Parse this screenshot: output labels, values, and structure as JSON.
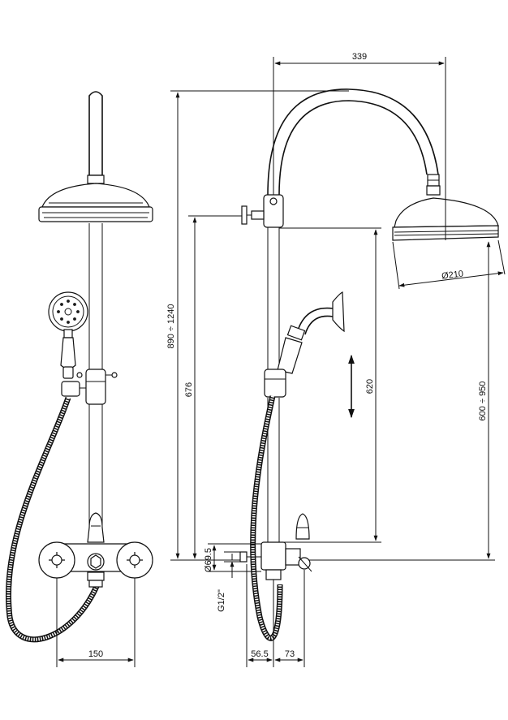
{
  "dimensions": {
    "arm_reach": "339",
    "head_diameter": "Ø210",
    "total_height": "890 ÷ 1240",
    "mixer_to_arm": "676",
    "slide_range": "620",
    "head_height": "600 ÷ 950",
    "mixer_body": "Ø69.5",
    "inlet_thread": "G1/2\"",
    "wall_offset": "56.5",
    "handle_projection": "73",
    "centers": "150"
  },
  "colors": {
    "line": "#111111",
    "background": "#ffffff"
  }
}
